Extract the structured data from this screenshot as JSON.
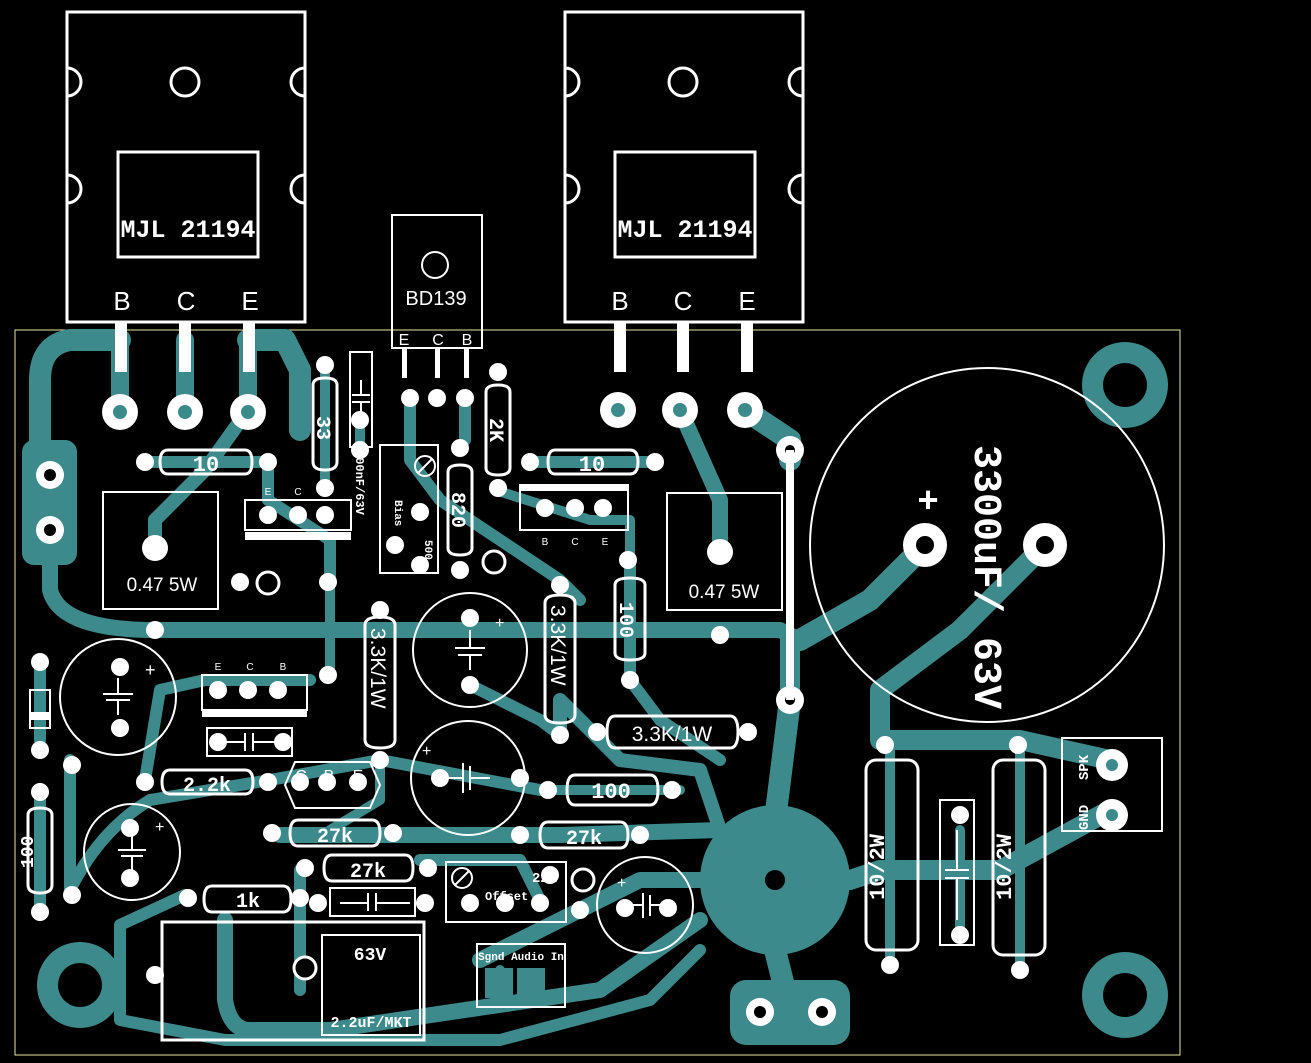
{
  "colors": {
    "background": "#000000",
    "copper": "#3d8a8c",
    "silkscreen": "#ffffff",
    "board_outline": "#e8e8a0"
  },
  "transistors": {
    "left_power": {
      "part": "MJL 21194",
      "pins": [
        "B",
        "C",
        "E"
      ]
    },
    "right_power": {
      "part": "MJL 21194",
      "pins": [
        "B",
        "C",
        "E"
      ]
    },
    "driver": {
      "part": "BD139",
      "pins": [
        "E",
        "C",
        "B"
      ]
    }
  },
  "labels": {
    "r10_left": "10",
    "r10_right": "10",
    "r33": "33",
    "cap_100nf": "100nF/63V",
    "r2k": "2K",
    "r820": "820",
    "bias_label": "Bias",
    "bias_value": "500",
    "res_047_left": "0.47 5W",
    "res_047_right": "0.47 5W",
    "r33k_a": "3.3K/1W",
    "r33k_b": "3.3K/1W",
    "r33k_c": "3.3K/1W",
    "r100_v": "100",
    "r100_h": "100",
    "r100_left": "100",
    "r22k": "2.2k",
    "r27k_a": "27k",
    "r27k_b": "27k",
    "r27k_c": "27k",
    "r1k": "1k",
    "offset_label": "Offset",
    "offset_value": "22k",
    "cap_mkt_voltage": "63V",
    "cap_mkt": "2.2uF/MKT",
    "sgnd_audio": "Sgnd Audio In",
    "r10_2w_a": "10/2W",
    "r10_2w_b": "10/2W",
    "main_cap": "3300uF/ 63V",
    "main_cap_plus": "+",
    "spk": "SPK",
    "gnd": "GND",
    "ebc_1": [
      "E",
      "C",
      "B"
    ],
    "ebc_2": [
      "C",
      "B",
      "E"
    ],
    "bce_1": [
      "B",
      "C",
      "E"
    ],
    "ce_left": [
      "E",
      "C"
    ]
  }
}
